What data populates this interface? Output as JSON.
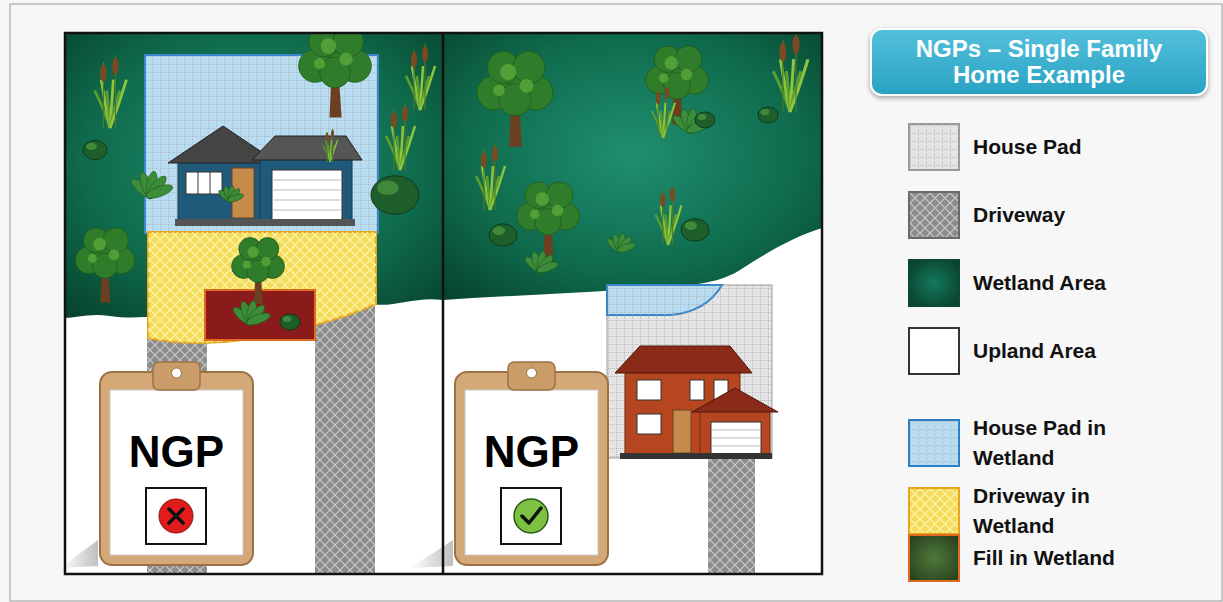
{
  "diagram": {
    "title": "NGPs – Single Family Home Example",
    "nodes": [
      {
        "text": [
          "NGP"
        ]
      },
      {
        "text": [
          "NGP"
        ]
      }
    ],
    "legend": [
      {
        "text": "House Pad",
        "color": "#e4e4e4"
      },
      {
        "text": "Driveway",
        "color": "#8c8c8c"
      },
      {
        "text": "Wetland Area",
        "color": "#13795a"
      },
      {
        "text": "Upland Area",
        "color": "#ffffff"
      },
      {
        "text": "House Pad in Wetland",
        "color": "#b8dcf2"
      },
      {
        "text": "Driveway in Wetland",
        "color": "#f2dc5a"
      },
      {
        "text": "Fill in Wetland",
        "color": "#4e7a3a"
      }
    ]
  }
}
